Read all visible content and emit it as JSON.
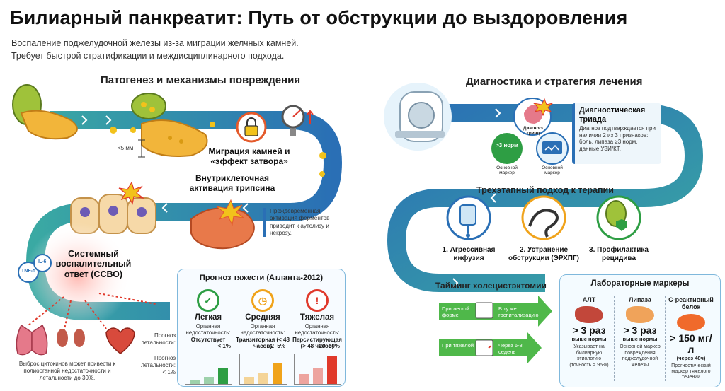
{
  "title": "Билиарный панкреатит: Путь от обструкции до выздоровления",
  "subtitle_line1": "Воспаление поджелудочной железы из-за миграции желчных камней.",
  "subtitle_line2": "Требует быстрой стратификации и междисциплинарного подхода.",
  "left": {
    "heading": "Патогенез и механизмы повреждения",
    "size_note": "<5 мм",
    "migration": "Миграция камней и «эффект затвора»",
    "trypsin": "Внутриклеточная активация трипсина",
    "premature_note": "Преждевременная активация ферментов приводит к аутолизу и некрозу.",
    "ssvo": "Системный воспалительный ответ (ССВО)",
    "tnf": "TNF-α",
    "il6": "IL-6",
    "cytokine_note": "Выброс цитокинов может привести к полиорганной недостаточности и летальности до 30%."
  },
  "prognosis": {
    "heading": "Прогноз тяжести (Атланта-2012)",
    "row_label_1": "Прогноз летальности:",
    "row_label_2": "Прогноз летальности:",
    "row_label_2b": "< 1%",
    "cols": [
      {
        "name": "Легкая",
        "desc": "Органная недостаточность:",
        "value": "Отсутствует",
        "lethality": "< 1%",
        "color": "#2e9e44"
      },
      {
        "name": "Средняя",
        "desc": "Органная недостаточность:",
        "value": "Транзиторная (< 48 часов)",
        "lethality": "2–5%",
        "color": "#f0a31b"
      },
      {
        "name": "Тяжелая",
        "desc": "Органная недостаточность:",
        "value": "Персистирующая (> 48 часов)",
        "lethality": "20–30%",
        "color": "#e0392b"
      }
    ]
  },
  "right": {
    "heading": "Диагностика и стратегия лечения",
    "triad_center": "Диагнос-триад",
    "marker_value": ">3 норм",
    "marker_label_1": "Основной маркер",
    "marker_label_2": "Основной маркер",
    "triad_title": "Диагностическая триада",
    "triad_text": "Диагноз подтверждается при наличии 2 из 3 признаков: боль, липаза ≥3 норм, данные УЗИ/КТ.",
    "therapy_heading": "Трехэтапный подход к терапии",
    "steps": [
      "1. Агрессивная инфузия",
      "2. Устранение обструкции (ЭРХПГ)",
      "3. Профилактика рецидива"
    ],
    "timing_heading": "Тайминг холецистэктомии",
    "mild_label": "При легкой форме",
    "mild_text": "В ту же госпитализацию",
    "severe_label": "При тяжелой",
    "severe_text": "Через 6-8 седель"
  },
  "labs": {
    "heading": "Лабораторные маркеры",
    "items": [
      {
        "name": "АЛТ",
        "value": "> 3 раз",
        "norm": "выше нормы",
        "desc": "Указывает на билиарную этиологию (точность > 95%)"
      },
      {
        "name": "Липаза",
        "value": "> 3 раз",
        "norm": "выше нормы",
        "desc": "Основной маркер повреждения поджелудочной железы"
      },
      {
        "name": "С-реактивный белок",
        "value": "> 150 мг/л",
        "norm": "(через 48ч)",
        "desc": "Прогностический маркер тяжелого течении"
      }
    ]
  },
  "colors": {
    "path_blue": "#2a6fb5",
    "path_teal": "#3aa9a3",
    "arrow_green": "#4fb84a"
  }
}
